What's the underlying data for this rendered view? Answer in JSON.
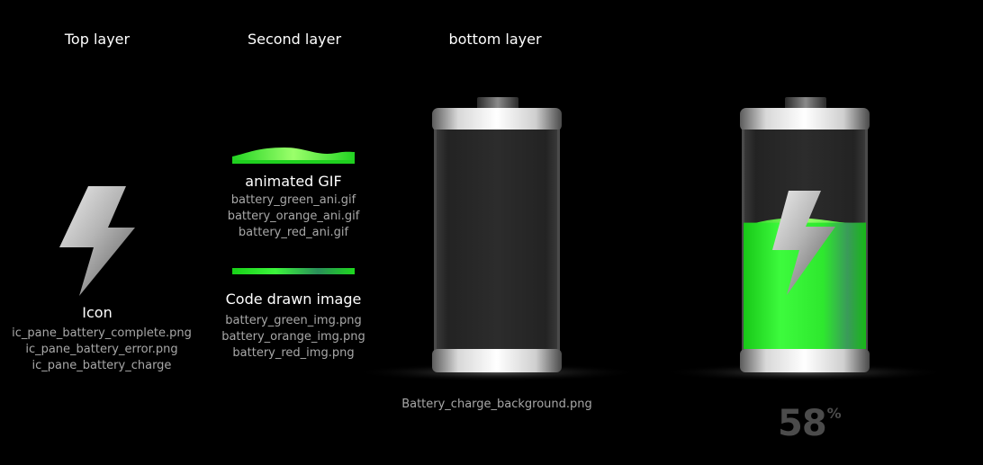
{
  "headers": {
    "top_layer": "Top layer",
    "second_layer": "Second layer",
    "bottom_layer": "bottom layer"
  },
  "icon_section": {
    "title": "Icon",
    "files": [
      "ic_pane_battery_complete.png",
      "ic_pane_battery_error.png",
      "ic_pane_battery_charge"
    ]
  },
  "gif_section": {
    "title": "animated GIF",
    "files": [
      "battery_green_ani.gif",
      "battery_orange_ani.gif",
      "battery_red_ani.gif"
    ]
  },
  "code_section": {
    "title": "Code drawn image",
    "files": [
      "battery_green_img.png",
      "battery_orange_img.png",
      "battery_red_img.png"
    ]
  },
  "background_label": "Battery_charge_background.png",
  "composite": {
    "percent_value": "58",
    "percent_sign": "%",
    "fill_level": 0.58
  },
  "colors": {
    "background": "#000000",
    "green": "#2ee82e",
    "text_gray": "#a8a8a8",
    "percent_gray": "#4b4b4b"
  },
  "icons": {
    "bolt": "lightning-bolt-icon",
    "battery": "battery-icon"
  }
}
